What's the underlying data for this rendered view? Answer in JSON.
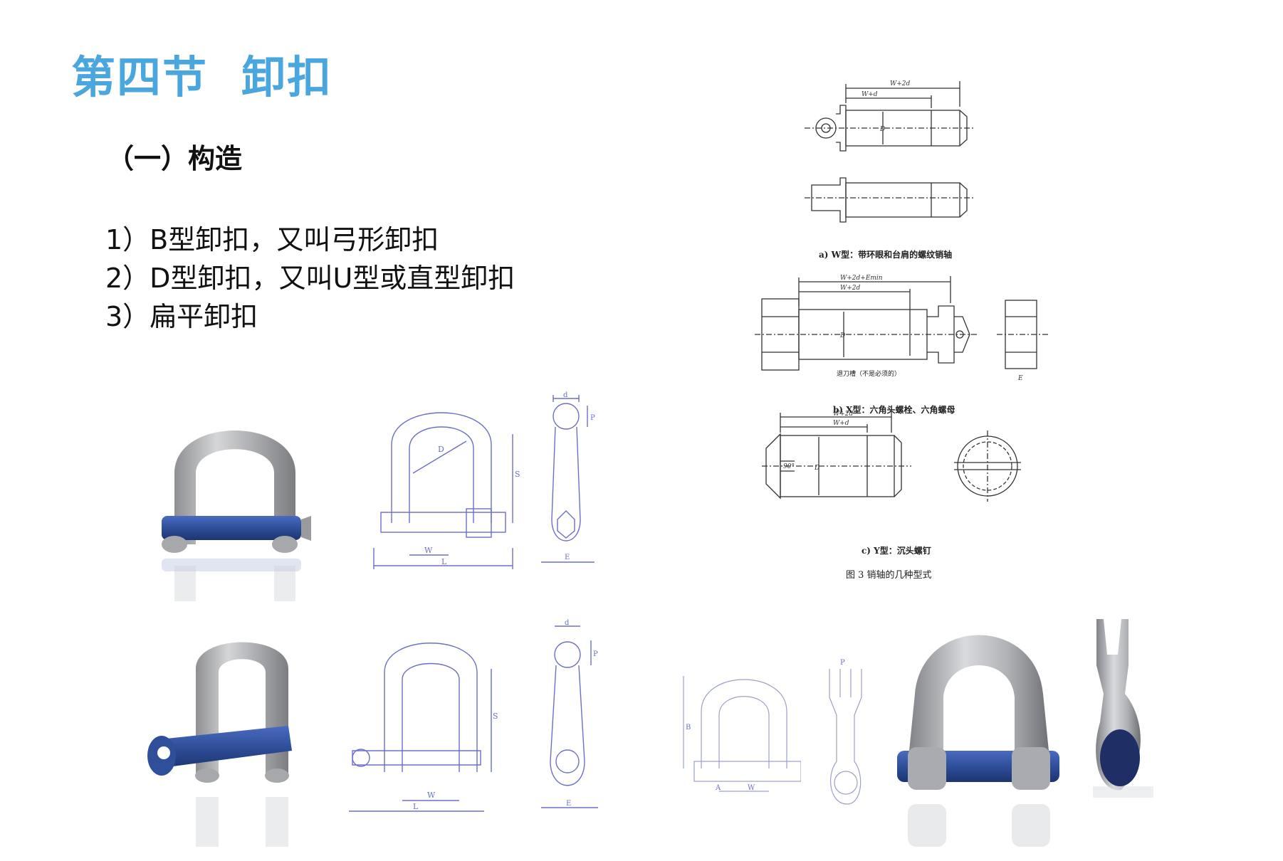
{
  "header": {
    "title": "第四节  卸扣"
  },
  "section": {
    "subtitle": "（一）构造"
  },
  "list": [
    "1）B型卸扣，又叫弓形卸扣",
    "2）D型卸扣，又叫U型或直型卸扣",
    "3）扁平卸扣"
  ],
  "figure": {
    "cap_a": "a) W型：带环眼和台肩的螺纹销轴",
    "cap_b": "b) X型：六角头螺栓、六角螺母",
    "cap_c": "c) Y型：沉头螺钉",
    "cap_main": "图 3   销轴的几种型式",
    "groove_note": "退刀槽（不是必须的）",
    "dims": {
      "w2d": "W+2d",
      "wd": "W+d",
      "w2de": "W+2d+Emin",
      "w2d_b": "W+2d",
      "D": "D",
      "E": "E",
      "angle": "90°"
    }
  },
  "drawing_labels": {
    "d": "d",
    "P": "P",
    "S": "S",
    "D": "D",
    "W": "W",
    "L": "L",
    "E": "E",
    "A": "A",
    "B": "B"
  },
  "colors": {
    "title": "#4aa6de",
    "pin_blue": "#2f4f9a",
    "steel": "#b9babc",
    "line_blue": "#6a70c8"
  }
}
